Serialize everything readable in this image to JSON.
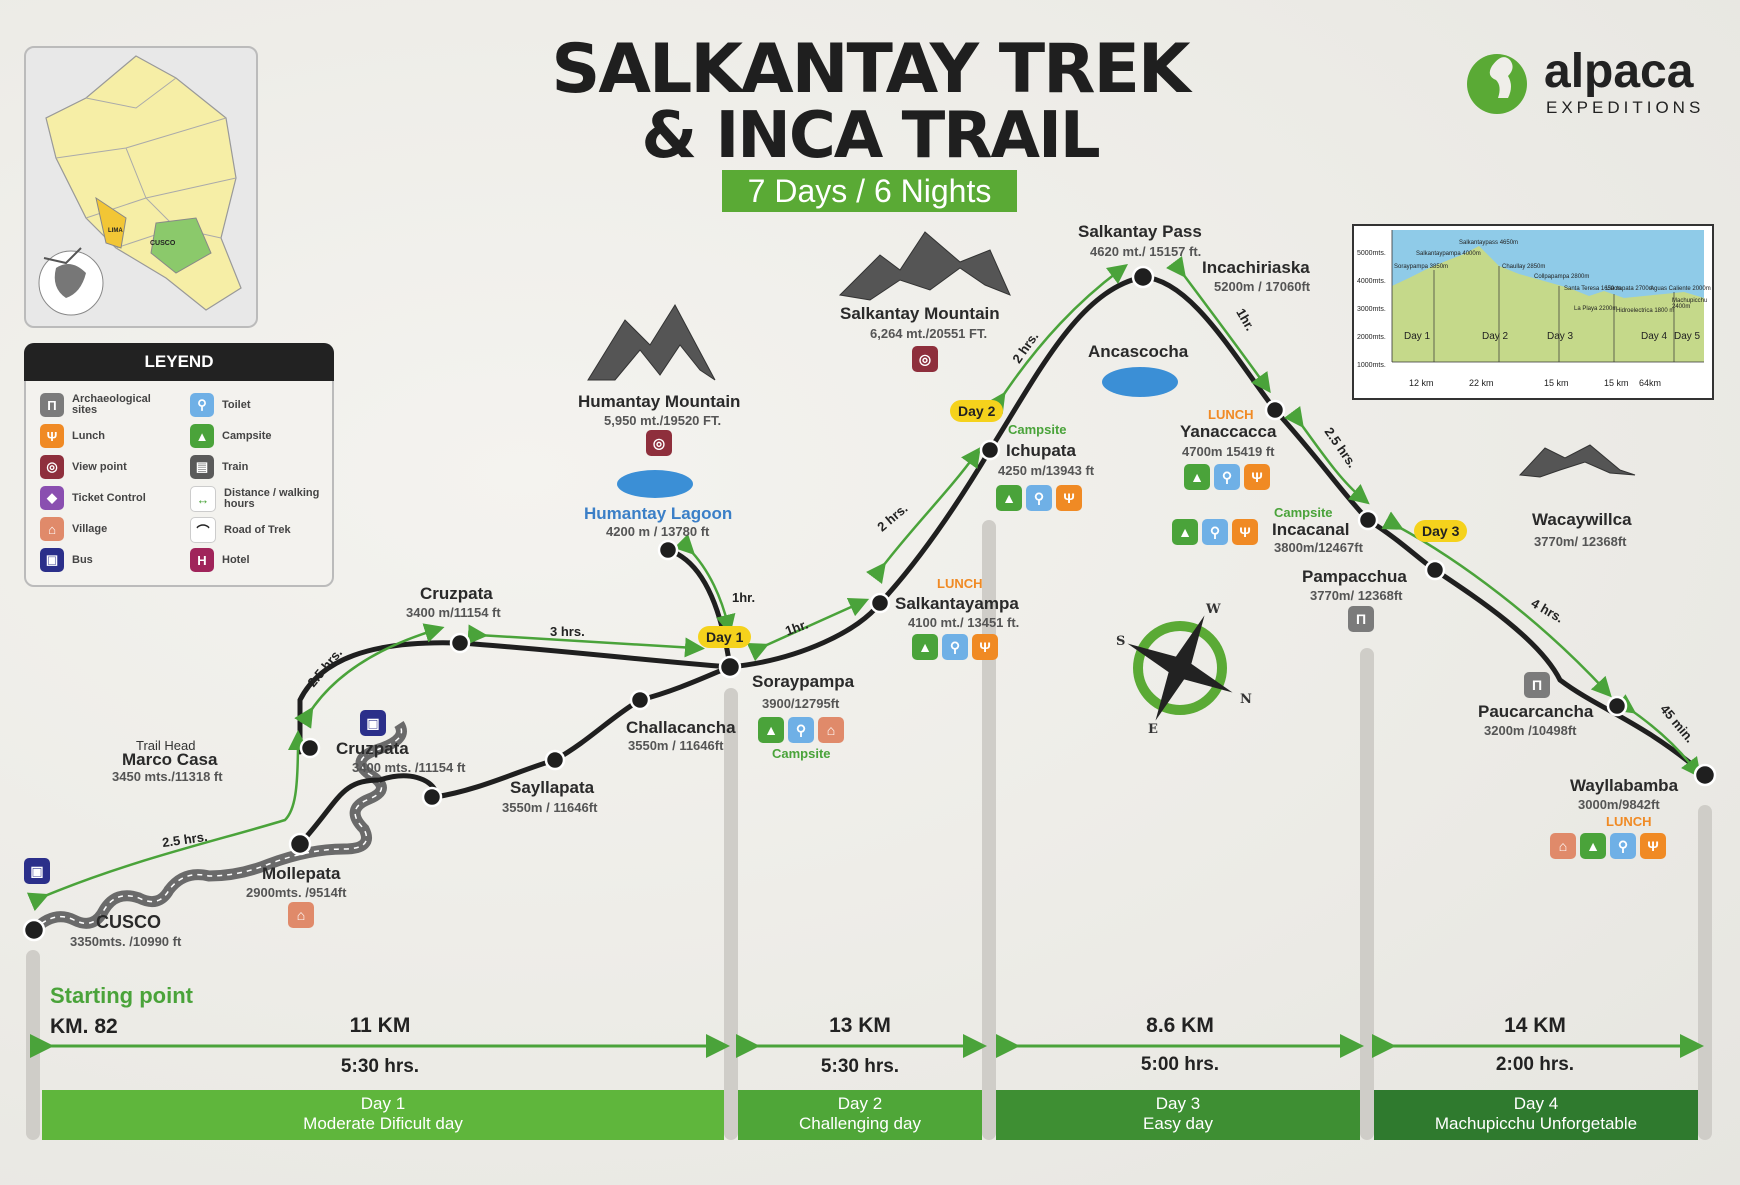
{
  "title": {
    "line1": "SALKANTAY TREK",
    "line2": "& INCA TRAIL",
    "duration": "7 Days / 6 Nights"
  },
  "brand": {
    "name": "alpaca",
    "tag": "EXPEDITIONS"
  },
  "inset_map": {
    "region_label": "CUSCO",
    "city_label": "LIMA"
  },
  "legend": {
    "title": "LEYEND",
    "items": [
      {
        "label": "Archaeological sites",
        "icon": "ruins-icon",
        "color": "#7b7b7b"
      },
      {
        "label": "Toilet",
        "icon": "toilet-icon",
        "color": "#6fb0e6"
      },
      {
        "label": "Lunch",
        "icon": "lunch-icon",
        "color": "#f08a24"
      },
      {
        "label": "Campsite",
        "icon": "campsite-icon",
        "color": "#4aa33a"
      },
      {
        "label": "View point",
        "icon": "viewpoint-icon",
        "color": "#8e2f3c"
      },
      {
        "label": "Train",
        "icon": "train-icon",
        "color": "#5a5a5a"
      },
      {
        "label": "Ticket Control",
        "icon": "ticket-icon",
        "color": "#8a4fb0"
      },
      {
        "label": "Distance / walking hours",
        "icon": "distance-icon",
        "color": "#4aa33a"
      },
      {
        "label": "Village",
        "icon": "village-icon",
        "color": "#e08a6a"
      },
      {
        "label": "Road of Trek",
        "icon": "road-icon",
        "color": "#222222"
      },
      {
        "label": "Bus",
        "icon": "bus-icon",
        "color": "#2b2f8a"
      },
      {
        "label": "Hotel",
        "icon": "hotel-icon",
        "color": "#a0245a"
      }
    ]
  },
  "places": {
    "cusco": {
      "name": "CUSCO",
      "alt": "3350mts. /10990 ft"
    },
    "mollepata": {
      "name": "Mollepata",
      "alt": "2900mts. /9514ft"
    },
    "marco_casa": {
      "pre": "Trail Head",
      "name": "Marco Casa",
      "alt": "3450 mts./11318 ft"
    },
    "cruzpata_bus": {
      "name": "Cruzpata",
      "alt": "3400 mts. /11154 ft"
    },
    "cruzpata_top": {
      "name": "Cruzpata",
      "alt": "3400 m/11154 ft"
    },
    "sayllapata": {
      "name": "Sayllapata",
      "alt": "3550m / 11646ft"
    },
    "challacancha": {
      "name": "Challacancha",
      "alt": "3550m / 11646ft"
    },
    "soraypampa": {
      "name": "Soraypampa",
      "alt": "3900/12795ft",
      "note": "Campsite"
    },
    "humantay_mountain": {
      "name": "Humantay Mountain",
      "alt": "5,950 mt./19520 FT."
    },
    "humantay_lagoon": {
      "name": "Humantay Lagoon",
      "alt": "4200 m / 13780 ft"
    },
    "salkantayampa": {
      "pre": "LUNCH",
      "name": "Salkantayampa",
      "alt": "4100 mt./ 13451 ft."
    },
    "ichupata": {
      "pre": "Campsite",
      "name": "Ichupata",
      "alt": "4250 m/13943 ft"
    },
    "salkantay_mountain": {
      "name": "Salkantay Mountain",
      "alt": "6,264 mt./20551 FT."
    },
    "salkantay_pass": {
      "name": "Salkantay Pass",
      "alt": "4620 mt./ 15157 ft."
    },
    "incachiriaska": {
      "name": "Incachiriaska",
      "alt": "5200m / 17060ft"
    },
    "ancascocha": {
      "name": "Ancascocha"
    },
    "yanaccacca": {
      "pre": "LUNCH",
      "name": "Yanaccacca",
      "alt": "4700m 15419 ft"
    },
    "incacanal": {
      "pre": "Campsite",
      "name": "Incacanal",
      "alt": "3800m/12467ft"
    },
    "pampacchua": {
      "name": "Pampacchua",
      "alt": "3770m/ 12368ft"
    },
    "wacaywillca": {
      "name": "Wacaywillca",
      "alt": "3770m/ 12368ft"
    },
    "paucarcancha": {
      "name": "Paucarcancha",
      "alt": "3200m /10498ft"
    },
    "wayllabamba": {
      "name": "Wayllabamba",
      "alt": "3000m/9842ft",
      "note": "LUNCH"
    }
  },
  "segment_hours": {
    "cusco_mollepata": "2.5 hrs.",
    "marco_cruzpata": "2.5 hrs.",
    "cruzpata_soraypampa": "3 hrs.",
    "lagoon": "1hr.",
    "soray_salkantayampa": "1hr.",
    "salkantayampa_ichupata": "2 hrs.",
    "ichupata_pass": "2 hrs.",
    "pass_yanaccacca": "1hr.",
    "yanaccacca_incacanal": "2.5 hrs.",
    "pampacchua_paucarcancha": "4 hrs.",
    "paucarcancha_wayllabamba": "45 min."
  },
  "day_markers": [
    "Day 1",
    "Day 2",
    "Day 3"
  ],
  "profile_inset": {
    "y_ticks": [
      "5000mts.",
      "4000mts.",
      "3000mts.",
      "2000mts.",
      "1000mts."
    ],
    "days": [
      "Day 1",
      "Day 2",
      "Day 3",
      "Day 4",
      "Day 5"
    ],
    "distances": [
      "12 km",
      "22 km",
      "15 km",
      "15 km",
      "64km"
    ],
    "peaks": [
      "Salkantaypass 4650m",
      "Salkantaypampa 4000m",
      "Soraypampa 3850m",
      "Chaullay 2850m",
      "Collpapampa 2800m",
      "Santa Teresa 1650 m",
      "Llactapata 2700m",
      "La Playa 2200m",
      "Hidroelectrica 1800 m",
      "Aguas Caliente 2000m",
      "Machupicchu 2400m"
    ]
  },
  "footer": {
    "starting_point": "Starting point",
    "km_start": "KM. 82",
    "segments": [
      {
        "km": "11 KM",
        "hours": "5:30 hrs.",
        "day": "Day 1",
        "desc": "Moderate Dificult day",
        "color": "#5fb63c"
      },
      {
        "km": "13 KM",
        "hours": "5:30 hrs.",
        "day": "Day 2",
        "desc": "Challenging day",
        "color": "#4fa638"
      },
      {
        "km": "8.6 KM",
        "hours": "5:00 hrs.",
        "day": "Day 3",
        "desc": "Easy day",
        "color": "#3e8f33"
      },
      {
        "km": "14 KM",
        "hours": "2:00 hrs.",
        "day": "Day 4",
        "desc": "Machupicchu Unforgetable",
        "color": "#2f7a2e"
      }
    ]
  },
  "compass": {
    "n": "N",
    "s": "S",
    "e": "E",
    "w": "W"
  }
}
